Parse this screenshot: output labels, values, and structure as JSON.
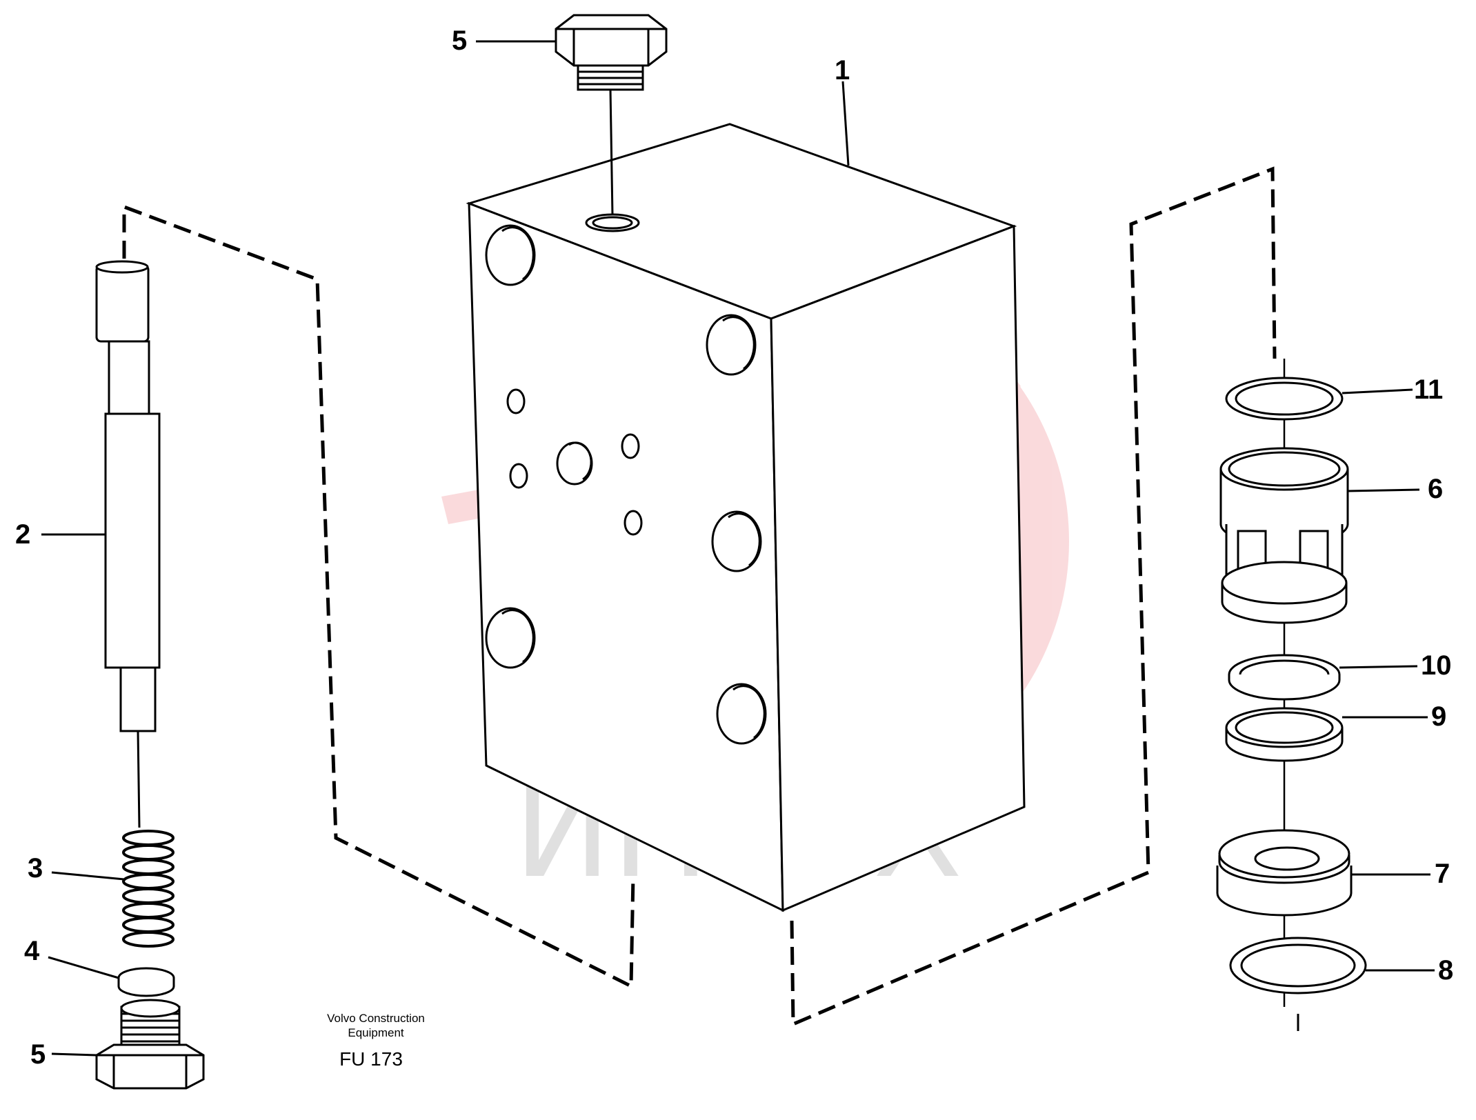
{
  "diagram": {
    "callouts": {
      "c1": "1",
      "c2": "2",
      "c3": "3",
      "c4": "4",
      "c5a": "5",
      "c5b": "5",
      "c6": "6",
      "c7": "7",
      "c8": "8",
      "c9": "9",
      "c10": "10",
      "c11": "11"
    },
    "caption": {
      "line1": "Volvo Construction",
      "line2": "Equipment",
      "code": "FU 173"
    },
    "watermark": {
      "text": "ИНТЕХ",
      "color": "#f08f96",
      "text_color": "#c8c8c8"
    },
    "line_color": "#000000"
  }
}
